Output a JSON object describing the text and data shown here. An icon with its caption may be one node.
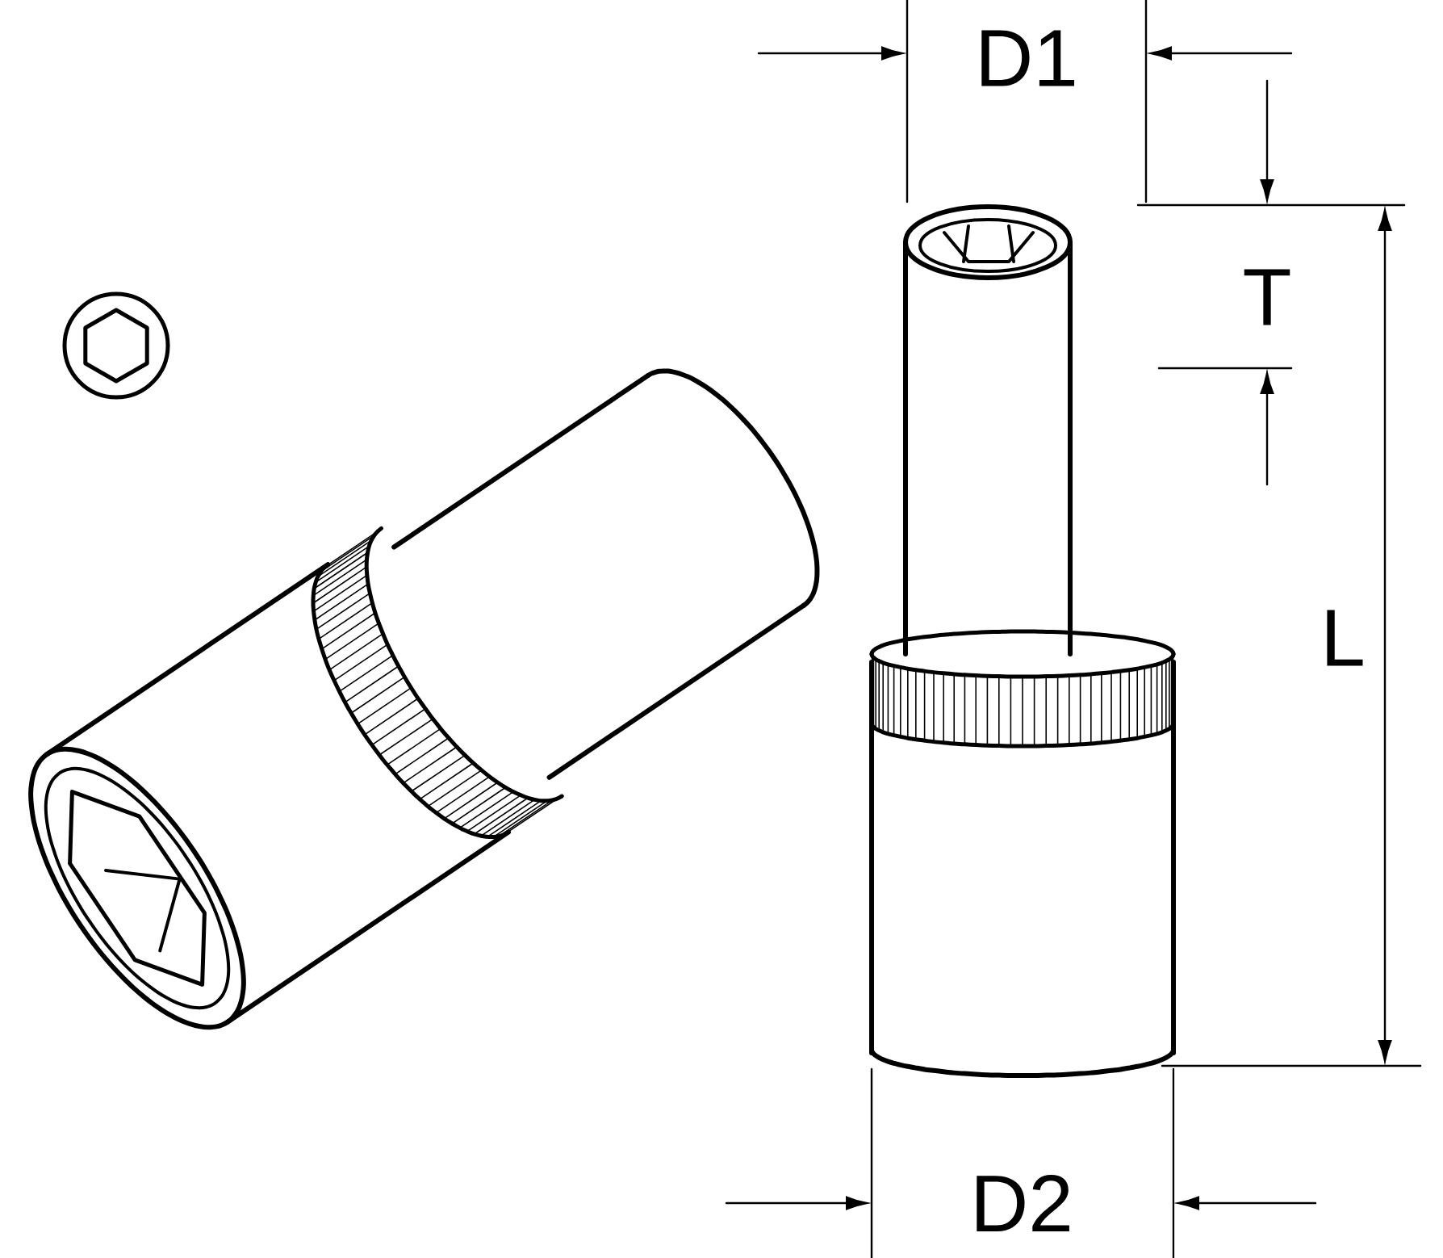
{
  "diagram": {
    "labels": [
      "D1",
      "T",
      "L",
      "D2"
    ]
  }
}
